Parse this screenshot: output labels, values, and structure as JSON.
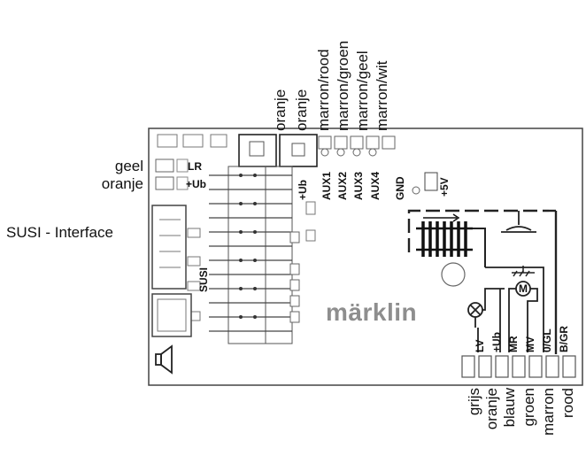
{
  "top_wires": [
    "oranje",
    "oranje",
    "marron/rood",
    "marron/groen",
    "marron/geel",
    "marron/wit"
  ],
  "left_wires": [
    "geel",
    "oranje"
  ],
  "susi_label": "SUSI - Interface",
  "board": {
    "brand": "märklin",
    "pad_labels": [
      "LR",
      "+Ub"
    ],
    "susi_tag": "SUSI",
    "aux_labels": [
      "+Ub",
      "AUX1",
      "AUX2",
      "AUX3",
      "AUX4",
      "GND"
    ],
    "five_volt": "+5V",
    "motor_symbol": "M",
    "bottom_pin_labels": [
      "LV",
      "+Ub",
      "MR",
      "MV",
      "0/GL",
      "B/GR"
    ]
  },
  "bottom_wires": [
    "grijs",
    "oranje",
    "blauw",
    "groen",
    "marron",
    "rood"
  ]
}
